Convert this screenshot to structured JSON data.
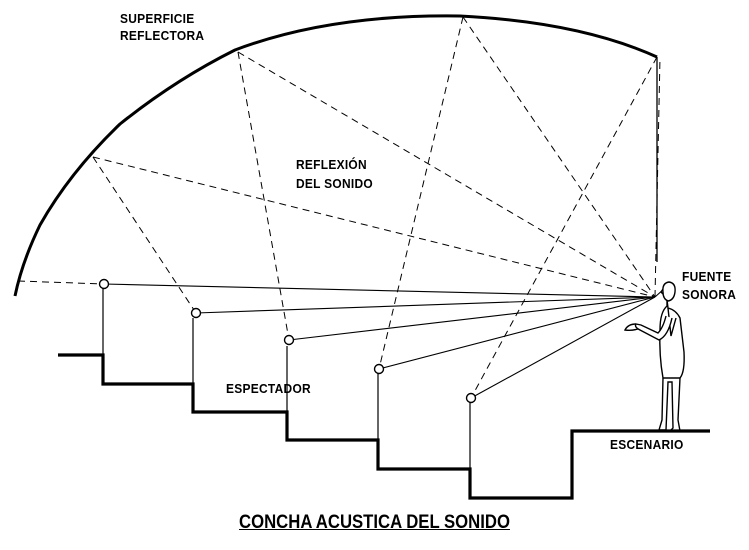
{
  "labels": {
    "surface_line1": "SUPERFICIE",
    "surface_line2": "REFLECTORA",
    "reflection_line1": "REFLEXIÓN",
    "reflection_line2": "DEL SONIDO",
    "source_line1": "FUENTE",
    "source_line2": "SONORA",
    "spectator": "ESPECTADOR",
    "stage": "ESCENARIO"
  },
  "title": "CONCHA ACUSTICA DEL SONIDO",
  "colors": {
    "ink": "#000000",
    "background": "#ffffff"
  }
}
